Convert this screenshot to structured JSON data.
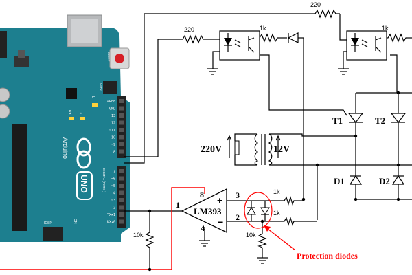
{
  "board": {
    "brand": "Arduino",
    "model": "UNO",
    "reset_label": "RESET",
    "icsp2_label": "ICSP2",
    "icsp_label": "ICSP",
    "rx_label": "RX",
    "tx_label": "TX",
    "l_label": "L",
    "on_label": "ON",
    "digital_label": "DIGITAL (PWM~)",
    "header_pins": [
      "AREF",
      "GND",
      "13",
      "12",
      "~11",
      "~10",
      "~9",
      "8",
      "7",
      "~6",
      "~5",
      "4",
      "~3",
      "2",
      "TX▸1",
      "RX◂0"
    ]
  },
  "labels": {
    "r1": "220",
    "r2": "220",
    "r3": "1k",
    "r4": "1k",
    "r5": "1k",
    "r6": "1k",
    "r7": "10k",
    "r8": "10k",
    "primary_voltage": "220V",
    "secondary_voltage": "12V",
    "t1": "T1",
    "t2": "T2",
    "d1": "D1",
    "d2": "D2",
    "comparator": "LM393",
    "plus": "+",
    "minus": "−",
    "pin1": "1",
    "pin2": "2",
    "pin3": "3",
    "pin4": "4",
    "pin8": "8",
    "annotation": "Protection diodes"
  },
  "colors": {
    "board": "#1d7f8f",
    "wire": "#000000",
    "highlight": "#ff0000"
  }
}
